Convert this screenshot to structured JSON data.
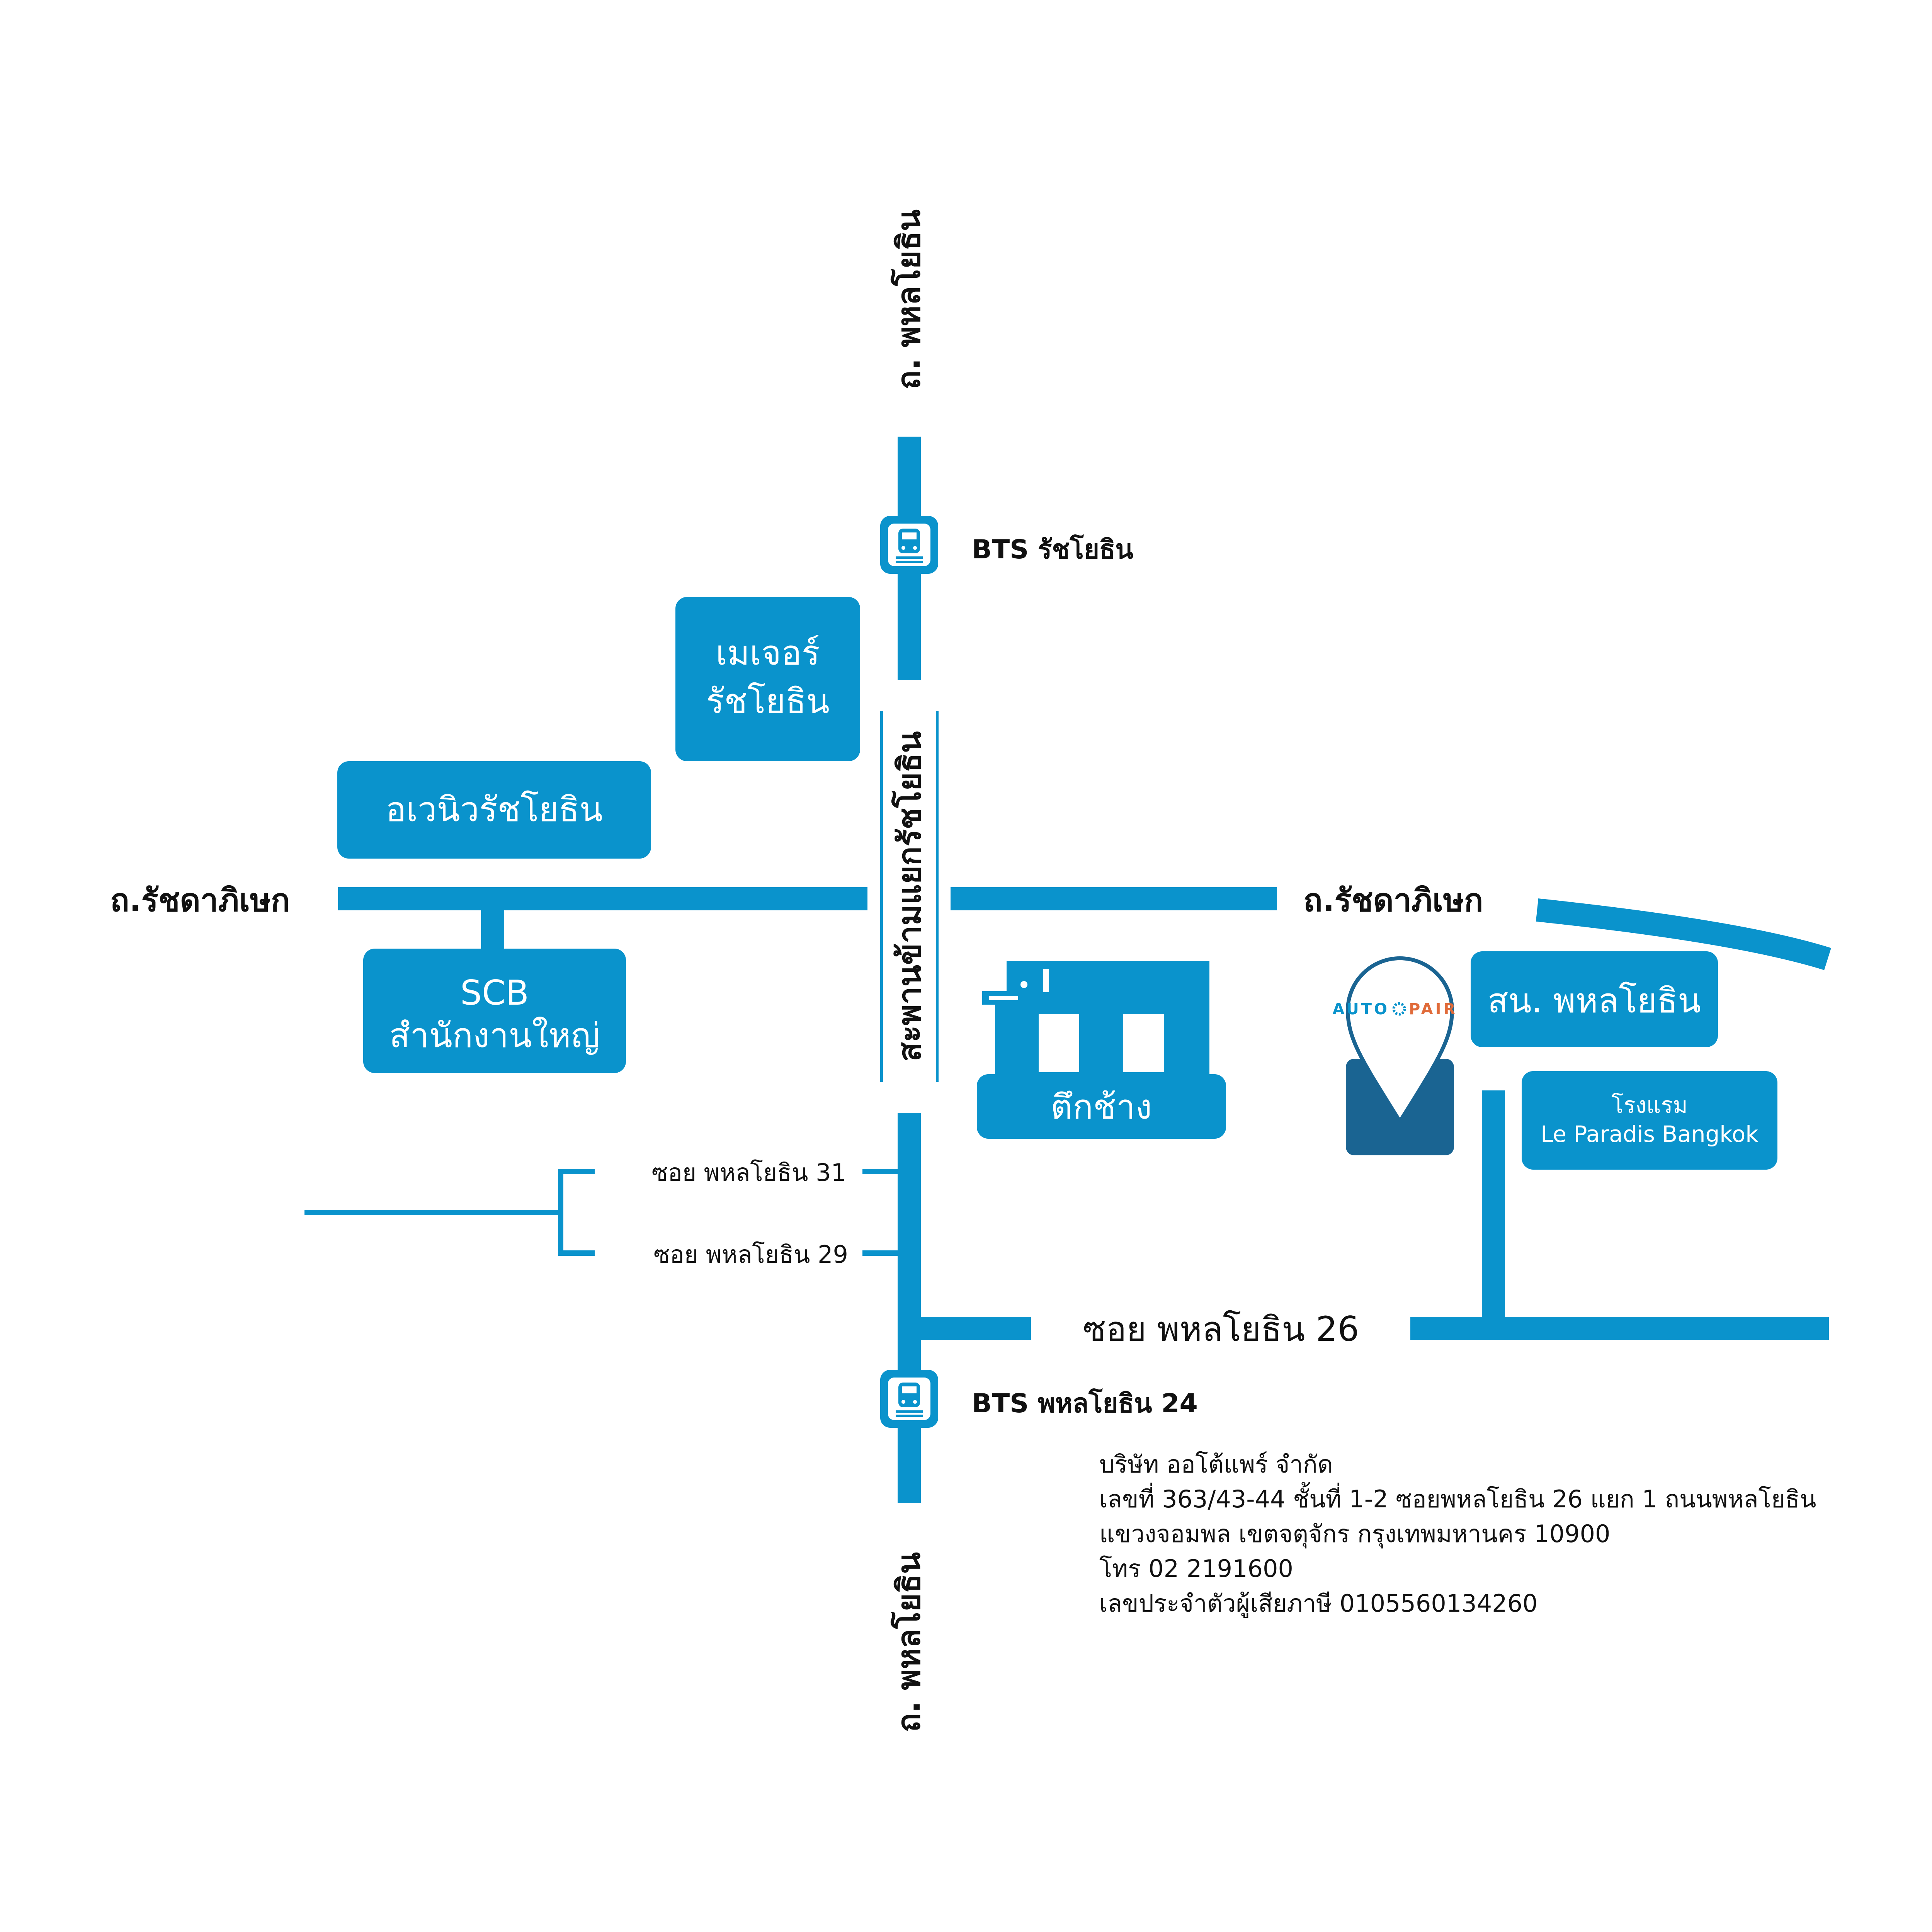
{
  "colors": {
    "road": "#0a93cc",
    "accent": "#1a6492",
    "text": "#111111"
  },
  "roads": {
    "phahon_top": "ถ. พหลโยธิน",
    "phahon_bottom": "ถ. พหลโยธิน",
    "ratchada_left": "ถ.รัชดาภิเษก",
    "ratchada_right": "ถ.รัชดาภิเษก",
    "bridge": "สะพานข้ามแยกรัชโยธิน",
    "soi31": "ซอย พหลโยธิน 31",
    "soi29": "ซอย พหลโยธิน 29",
    "soi26": "ซอย พหลโยธิน 26"
  },
  "stations": {
    "ratchayothin": "BTS รัชโยธิน",
    "phahon24": "BTS พหลโยธิน 24",
    "icon": "train-icon"
  },
  "places": {
    "major_line1": "เมเจอร์",
    "major_line2": "รัชโยธิน",
    "avenue": "อเวนิวรัชโยธิน",
    "scb_line1": "SCB",
    "scb_line2": "สำนักงานใหญ่",
    "elephant": "ตึกช้าง",
    "police": "สน. พหลโยธิน",
    "hotel_line1": "โรงแรม",
    "hotel_line2": "Le Paradis Bangkok"
  },
  "logo": {
    "left": "AUTO",
    "right": "PAIR",
    "icon": "location-pin-icon"
  },
  "address": {
    "company": "บริษัท ออโต้แพร์ จำกัด",
    "line1": "เลขที่ 363/43-44 ชั้นที่ 1-2 ซอยพหลโยธิน 26 แยก 1 ถนนพหลโยธิน",
    "line2": "แขวงจอมพล เขตจตุจักร กรุงเทพมหานคร 10900",
    "phone": "โทร 02 2191600",
    "tax_id": "เลขประจำตัวผู้เสียภาษี 0105560134260"
  }
}
